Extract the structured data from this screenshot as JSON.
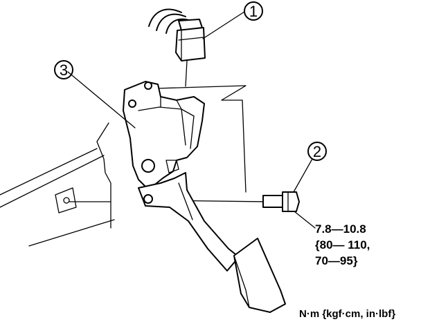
{
  "callouts": [
    {
      "number": "1"
    },
    {
      "number": "2"
    },
    {
      "number": "3"
    }
  ],
  "torque_spec": {
    "line1": "7.8—10.8",
    "line2": "{80— 110,",
    "line3": "70—95}"
  },
  "units_label": "N·m {kgf·cm, in·lbf}"
}
